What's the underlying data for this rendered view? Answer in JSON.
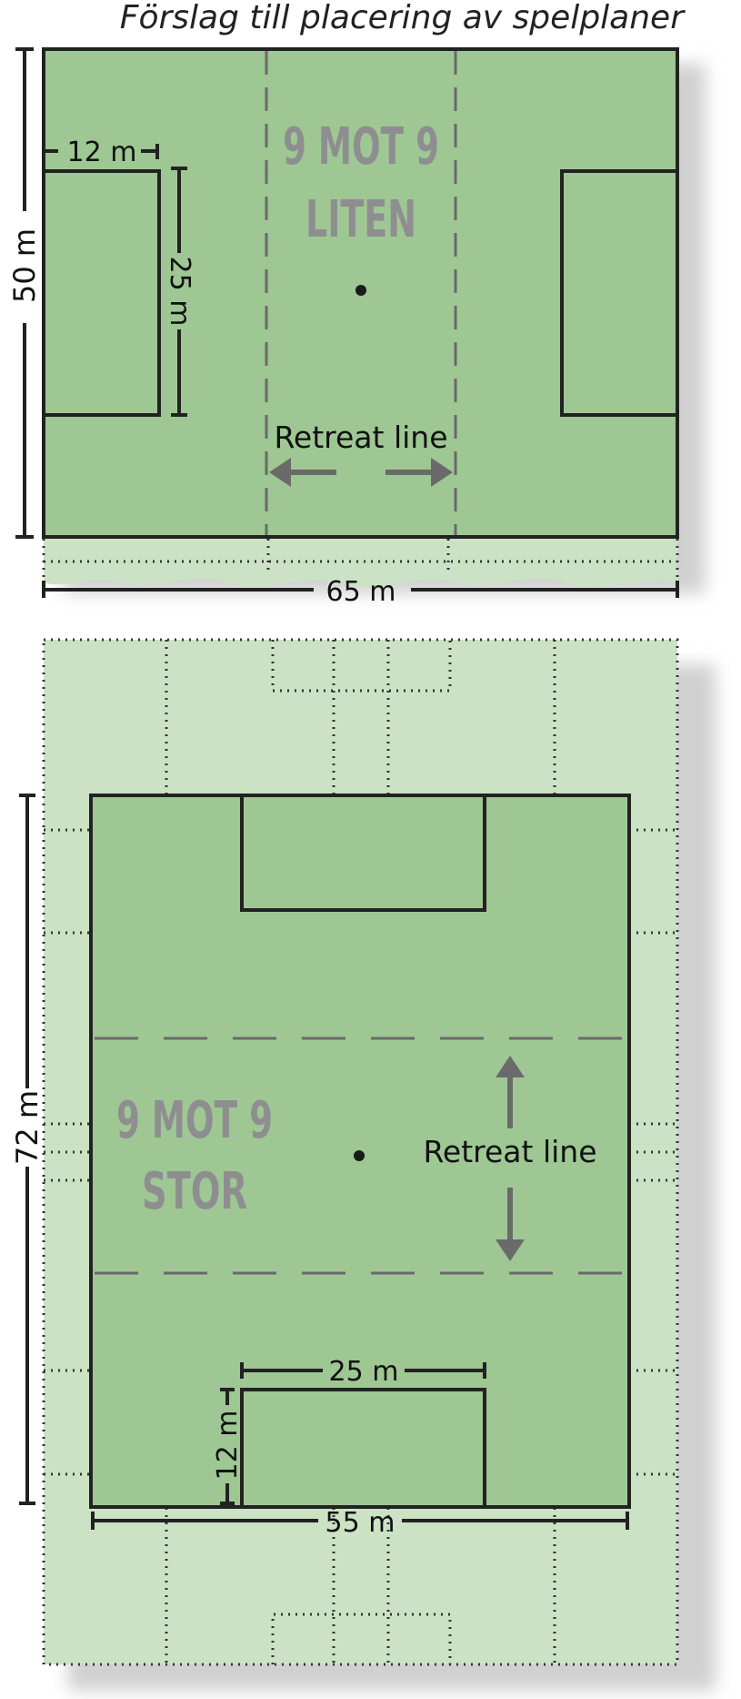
{
  "title": "Förslag till placering av spelplaner",
  "small_field": {
    "name_line1": "9 MOT 9",
    "name_line2": "LITEN",
    "retreat_label": "Retreat line",
    "width_label": "65 m",
    "height_label": "50 m",
    "box_depth_label": "12 m",
    "box_width_label": "25 m"
  },
  "large_field": {
    "name_line1": "9 MOT 9",
    "name_line2": "STOR",
    "retreat_label": "Retreat line",
    "width_label": "55 m",
    "height_label": "72 m",
    "box_width_label": "25 m",
    "box_depth_label": "12 m"
  },
  "colors": {
    "field_green": "#9ec794",
    "outer_green": "#cbe2c5",
    "line": "#222222",
    "dashed": "#6a6a6a",
    "arrow": "#6a6a6a",
    "name_text": "#8e8e90",
    "shadow": "#d6d6d6"
  }
}
